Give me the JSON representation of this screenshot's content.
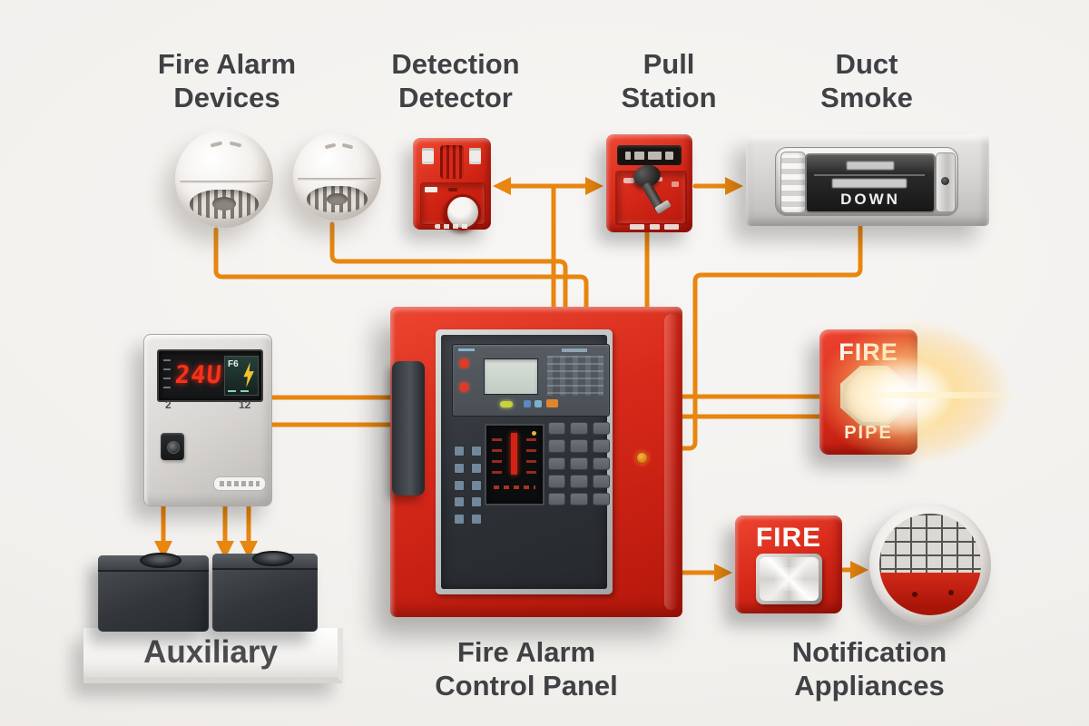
{
  "colors": {
    "wire": "#E8860F",
    "wall": "#f4f2f0",
    "label": "#3f4144",
    "device_red": "#d7291a"
  },
  "labels": {
    "top": [
      {
        "line1": "Fire Alarm",
        "line2": "Devices"
      },
      {
        "line1": "Detection",
        "line2": "Detector"
      },
      {
        "line1": "Pull",
        "line2": "Station"
      },
      {
        "line1": "Duct",
        "line2": "Smoke"
      }
    ],
    "bottom": [
      {
        "line1": "Fire Alarm",
        "line2": "Control Panel"
      },
      {
        "line1": "Notification",
        "line2": "Appliances"
      }
    ],
    "shelf": "Auxiliary"
  },
  "devices": {
    "duct_smoke": {
      "window_text": "DOWN"
    },
    "horn_strobe": {
      "top_text": "FIRE",
      "bottom_text": "PIPE"
    },
    "wall_strobe": {
      "label": "FIRE"
    },
    "power_supply": {
      "display_value": "24U",
      "sub_left": "2",
      "sub_right": "12",
      "lcd_text": "F6"
    }
  },
  "icons": {
    "psu_bolt": "lightning-bolt-icon",
    "arrows": "wire-arrow-icon"
  }
}
